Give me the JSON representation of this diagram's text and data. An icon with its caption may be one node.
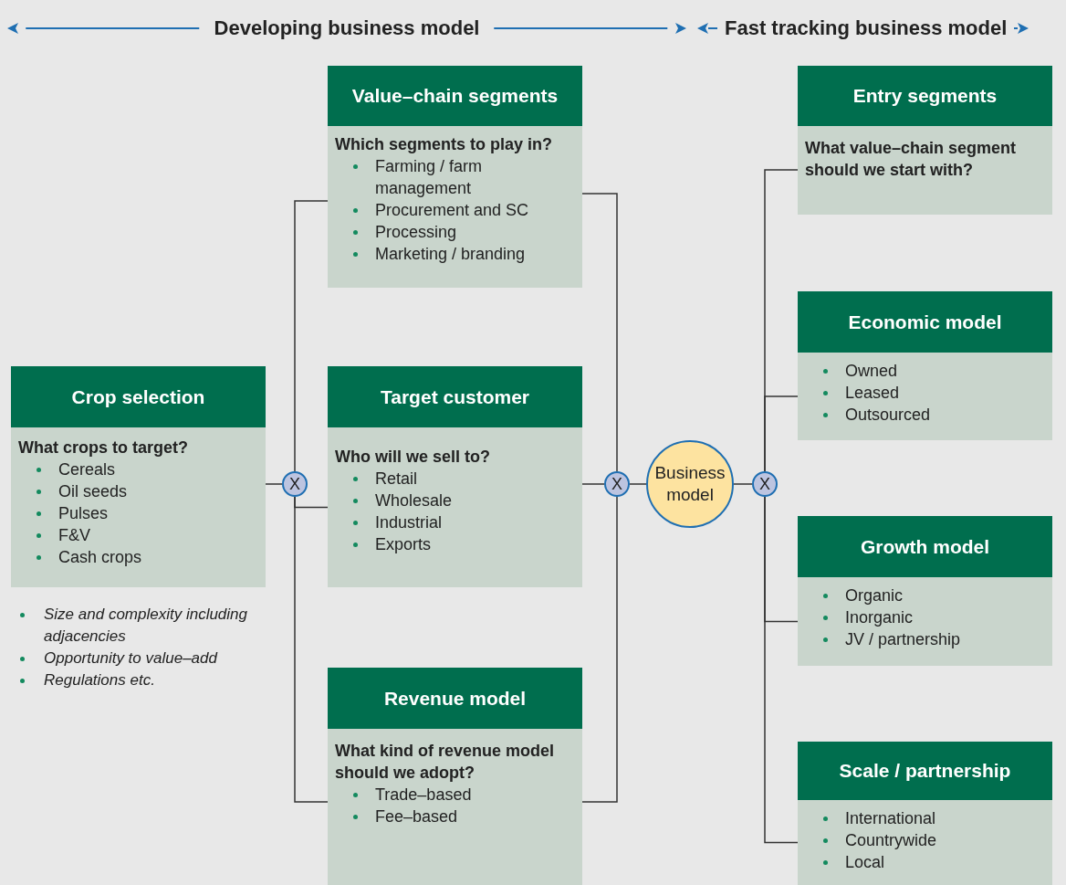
{
  "diagram": {
    "nodes": [
      {
        "text": [
          "Crop selection",
          "What crops to target?",
          "Cereals",
          "Oil seeds",
          "Pulses",
          "F&V",
          "Cash crops"
        ],
        "beside": [
          "Size and complexity including adjacencies",
          "Opportunity to value–add",
          "Regulations etc."
        ]
      },
      {
        "text": [
          "X"
        ]
      },
      {
        "text": [
          "Value–chain segments",
          "Which segments to play in?",
          "Farming / farm management",
          "Procurement and SC",
          "Processing",
          "Marketing / branding"
        ]
      },
      {
        "text": [
          "Target customer",
          "Who will we sell to?",
          "Retail",
          "Wholesale",
          "Industrial",
          "Exports"
        ]
      },
      {
        "text": [
          "Revenue model",
          "What kind of revenue model should we adopt?",
          "Trade–based",
          "Fee–based"
        ]
      },
      {
        "text": [
          "X"
        ]
      },
      {
        "text": [
          "Business model"
        ]
      },
      {
        "text": [
          "X"
        ]
      },
      {
        "text": [
          "Entry segments",
          "What value–chain segment should we start with?"
        ]
      },
      {
        "text": [
          "Economic model",
          "Owned",
          "Leased",
          "Outsourced"
        ]
      },
      {
        "text": [
          "Growth model",
          "Organic",
          "Inorganic",
          "JV / partnership"
        ]
      },
      {
        "text": [
          "Scale / partnership",
          "International",
          "Countrywide",
          "Local"
        ]
      }
    ],
    "edges": [
      {
        "from": 0,
        "to": 1,
        "arrow": "none"
      },
      {
        "from": 1,
        "to": 2,
        "arrow": "none"
      },
      {
        "from": 1,
        "to": 3,
        "arrow": "none"
      },
      {
        "from": 1,
        "to": 4,
        "arrow": "none"
      },
      {
        "from": 2,
        "to": 5,
        "arrow": "none"
      },
      {
        "from": 3,
        "to": 5,
        "arrow": "none"
      },
      {
        "from": 4,
        "to": 5,
        "arrow": "none"
      },
      {
        "from": 5,
        "to": 6,
        "arrow": "none"
      },
      {
        "from": 6,
        "to": 7,
        "arrow": "none"
      },
      {
        "from": 7,
        "to": 8,
        "arrow": "none"
      },
      {
        "from": 7,
        "to": 9,
        "arrow": "none"
      },
      {
        "from": 7,
        "to": 10,
        "arrow": "none"
      },
      {
        "from": 7,
        "to": 11,
        "arrow": "none"
      }
    ],
    "labels": [
      "Developing business model",
      "Fast tracking business model"
    ]
  }
}
